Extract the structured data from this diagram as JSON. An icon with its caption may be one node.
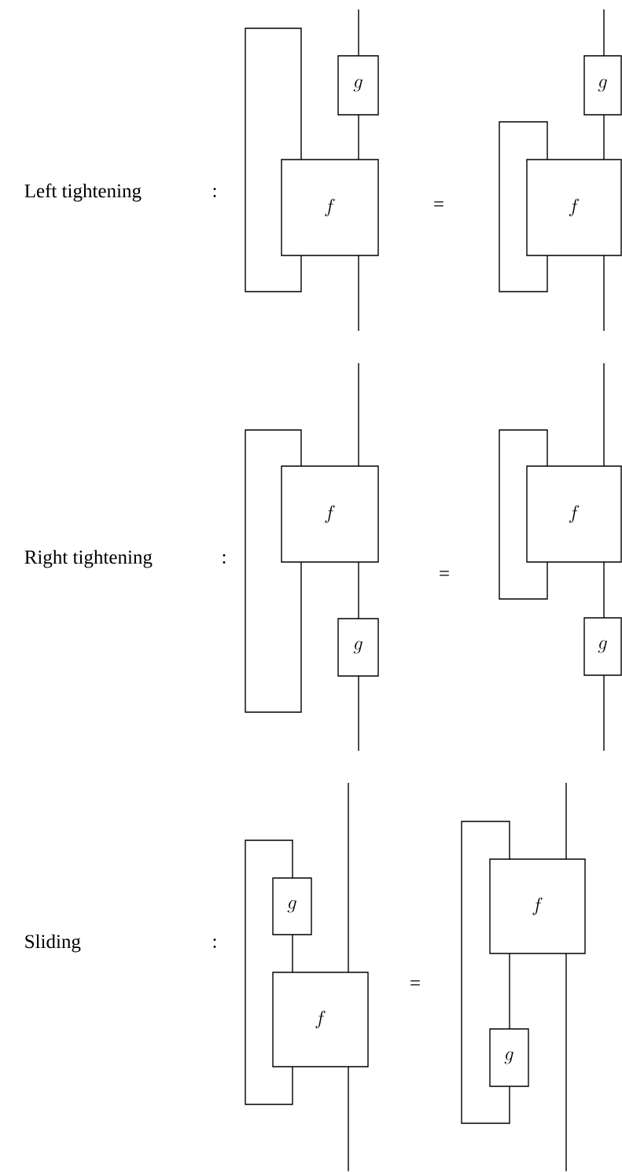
{
  "diagram": {
    "nodes": [
      {
        "text": [
          "g"
        ]
      },
      {
        "text": [
          "f"
        ]
      },
      {
        "text": [
          "g"
        ]
      },
      {
        "text": [
          "f"
        ]
      },
      {
        "text": [
          "f"
        ]
      },
      {
        "text": [
          "g"
        ]
      },
      {
        "text": [
          "f"
        ]
      },
      {
        "text": [
          "g"
        ]
      },
      {
        "text": [
          "g"
        ]
      },
      {
        "text": [
          "f"
        ]
      },
      {
        "text": [
          "f"
        ]
      },
      {
        "text": [
          "g"
        ]
      }
    ],
    "edges": [
      {
        "from": 0,
        "to": null,
        "arrow": "none"
      },
      {
        "from": 1,
        "to": 0,
        "arrow": "none"
      },
      {
        "from": null,
        "to": 1,
        "arrow": "none"
      },
      {
        "from": 1,
        "to": 1,
        "arrow": "none"
      },
      {
        "from": 2,
        "to": null,
        "arrow": "none"
      },
      {
        "from": 3,
        "to": 2,
        "arrow": "none"
      },
      {
        "from": null,
        "to": 3,
        "arrow": "none"
      },
      {
        "from": 3,
        "to": 3,
        "arrow": "none"
      },
      {
        "from": 4,
        "to": null,
        "arrow": "none"
      },
      {
        "from": 5,
        "to": 4,
        "arrow": "none"
      },
      {
        "from": null,
        "to": 5,
        "arrow": "none"
      },
      {
        "from": 4,
        "to": 4,
        "arrow": "none"
      },
      {
        "from": 6,
        "to": null,
        "arrow": "none"
      },
      {
        "from": 7,
        "to": 6,
        "arrow": "none"
      },
      {
        "from": null,
        "to": 7,
        "arrow": "none"
      },
      {
        "from": 6,
        "to": 6,
        "arrow": "none"
      },
      {
        "from": 9,
        "to": null,
        "arrow": "none"
      },
      {
        "from": null,
        "to": 9,
        "arrow": "none"
      },
      {
        "from": 9,
        "to": 8,
        "arrow": "none"
      },
      {
        "from": 8,
        "to": 9,
        "arrow": "none"
      },
      {
        "from": 10,
        "to": null,
        "arrow": "none"
      },
      {
        "from": null,
        "to": 10,
        "arrow": "none"
      },
      {
        "from": 11,
        "to": 10,
        "arrow": "none"
      },
      {
        "from": 10,
        "to": 11,
        "arrow": "none"
      }
    ],
    "labels": [
      "Left tightening",
      ":",
      "=",
      "Right tightening",
      ":",
      "=",
      "Sliding",
      ":",
      "="
    ]
  }
}
